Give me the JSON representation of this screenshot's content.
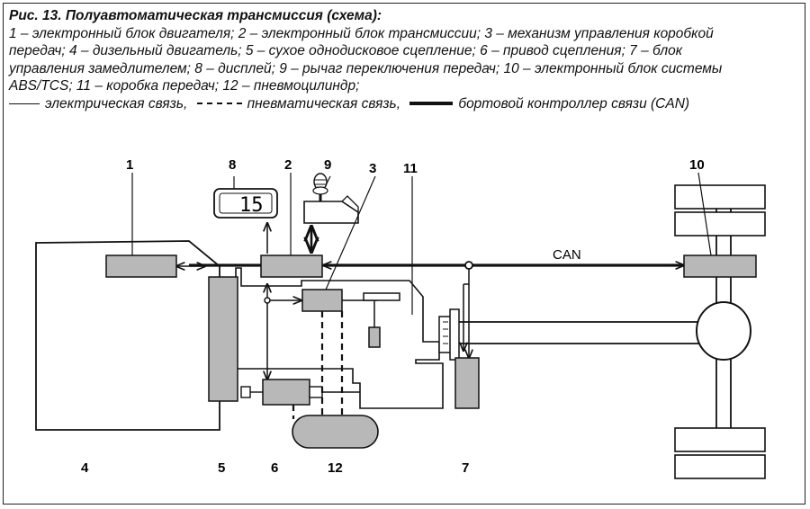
{
  "caption": {
    "title": "Рис. 13. Полуавтоматическая трансмиссия (схема):",
    "line1": "1 – электронный блок двигателя; 2 – электронный блок трансмиссии; 3 – механизм управления коробкой",
    "line2": "передач; 4 – дизельный двигатель; 5 – сухое однодисковое сцепление; 6 – привод сцепления; 7 – блок",
    "line3": "управления замедлителем; 8 – дисплей; 9 – рычаг переключения передач; 10 – электронный блок системы",
    "line4": "ABS/TCS; 11 – коробка передач; 12 – пневмоцилиндр;",
    "legend_electric": "электрическая связь,",
    "legend_pneumatic": "пневматическая связь,",
    "legend_can": "бортовой контроллер связи (CAN)"
  },
  "labels": {
    "n1": "1",
    "n2": "2",
    "n3": "3",
    "n4": "4",
    "n5": "5",
    "n6": "6",
    "n7": "7",
    "n8": "8",
    "n9": "9",
    "n10": "10",
    "n11": "11",
    "n12": "12"
  },
  "can_label": "CAN",
  "display_value": "15",
  "colors": {
    "block_fill": "#b8b8b8",
    "line": "#111111",
    "background": "#ffffff"
  }
}
